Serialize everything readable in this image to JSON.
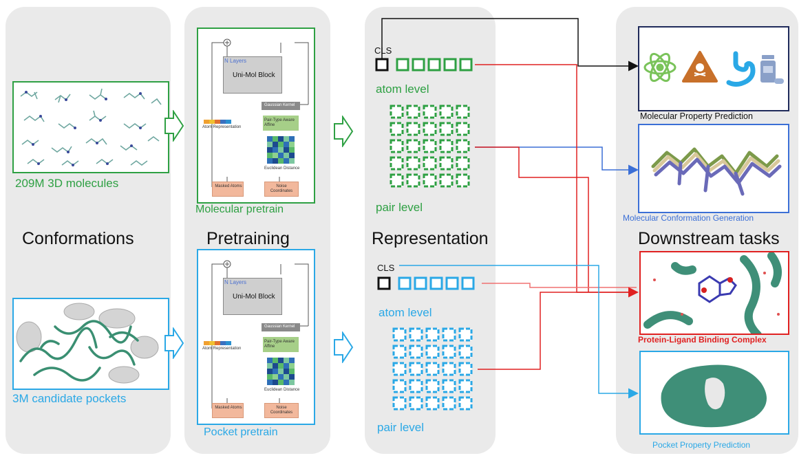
{
  "columns": {
    "conformations": "Conformations",
    "pretraining": "Pretraining",
    "representation": "Representation",
    "downstream": "Downstream tasks"
  },
  "inputs": {
    "molecules_caption": "209M 3D molecules",
    "pockets_caption": "3M candidate pockets"
  },
  "pretrain": {
    "molecular_caption": "Molecular pretrain",
    "pocket_caption": "Pocket pretrain",
    "block_n_layers": "N Layers",
    "block_title": "Uni-Mol Block",
    "gaussian_kernel": "Gaussian Kernel",
    "pair_type": "Pair-Type Aware Affine",
    "atom_repr": "Atom Representation",
    "euclid_dist": "Euclidean Distance",
    "masked_atoms": "Masked Atoms",
    "noise_coords": "Noise Coordinates"
  },
  "representation": {
    "cls_label": "CLS",
    "atom_level": "atom level",
    "pair_level": "pair level"
  },
  "tasks": {
    "property": "Molecular Property Prediction",
    "conformation": "Molecular Conformation Generation",
    "binding": "Protein-Ligand Binding Complex",
    "pocket_property": "Pocket Property Prediction"
  },
  "colors": {
    "green": "#2ea043",
    "blue": "#2aa8e6",
    "red": "#e02020",
    "navy": "#1f2a5a",
    "task_blue": "#3b6fd6"
  }
}
